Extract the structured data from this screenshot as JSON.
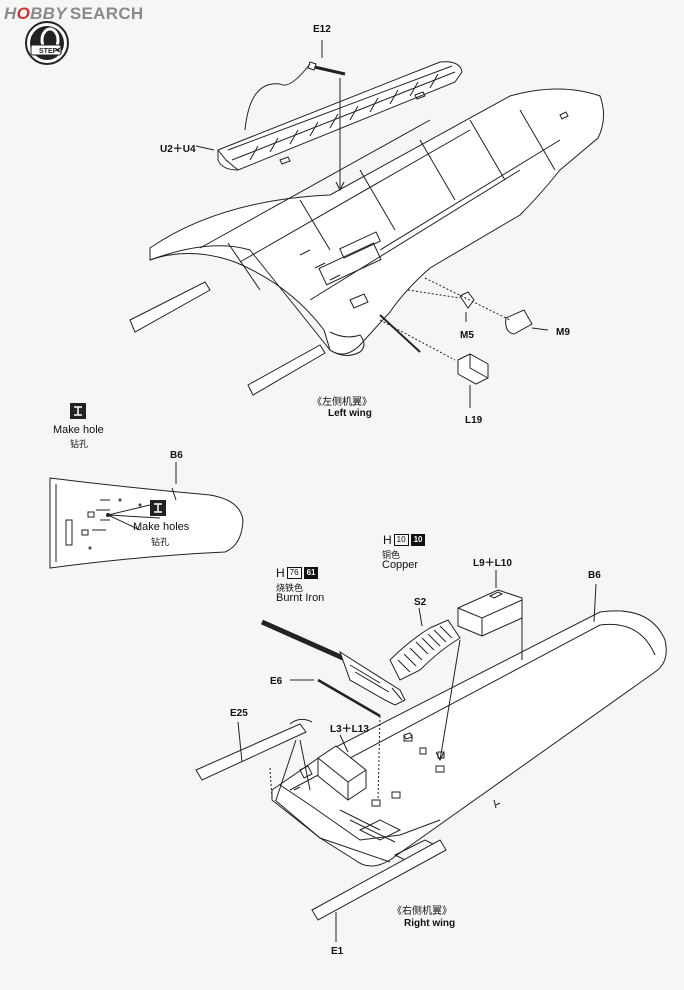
{
  "watermark": {
    "brand_a": "H",
    "brand_b": "BBY",
    "brand_c": "SEARCH",
    "full": "HOBBY SEARCH"
  },
  "step": {
    "badge_word": "STEP",
    "number": "6"
  },
  "left_wing": {
    "caption_cn": "《左侧机翼》",
    "caption_en": "Left wing",
    "parts": {
      "e12": "E12",
      "u2u4": "U2＋U4",
      "m5": "M5",
      "m9": "M9",
      "l19": "L19"
    }
  },
  "detail": {
    "make_hole_en": "Make hole",
    "make_hole_cn": "钻孔",
    "make_holes_en": "Make holes",
    "make_holes_cn": "钻孔",
    "b6": "B6"
  },
  "right_wing": {
    "caption_cn": "《右侧机翼》",
    "caption_en": "Right wing",
    "parts": {
      "l9l10": "L9＋L10",
      "b6": "B6",
      "s2": "S2",
      "e6": "E6",
      "e25": "E25",
      "l3l13": "L3＋L13",
      "e1": "E1"
    }
  },
  "paints": {
    "copper": {
      "prefix": "H",
      "code_a": "10",
      "code_b": "10",
      "name_cn": "铜色",
      "name_en": "Copper"
    },
    "burnt_iron": {
      "prefix": "H",
      "code_a": "76",
      "code_b": "61",
      "name_cn": "烧铁色",
      "name_en": "Burnt Iron"
    }
  }
}
